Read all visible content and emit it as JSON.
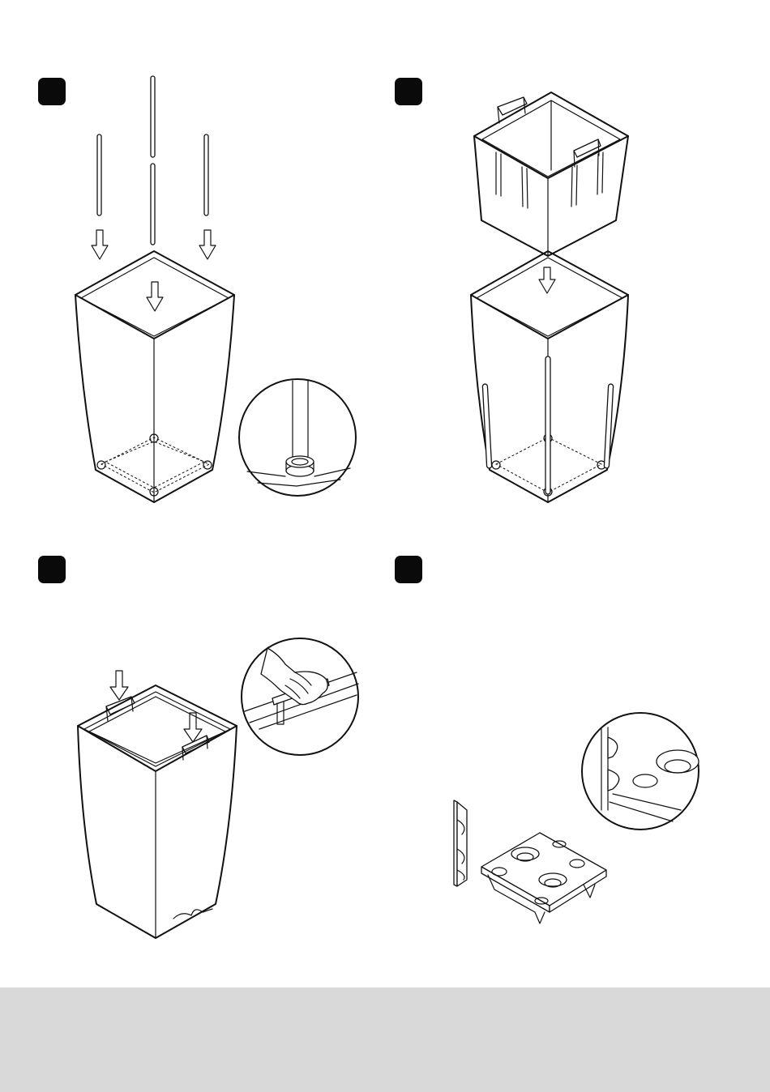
{
  "colors": {
    "background": "#ffffff",
    "marker": "#0a0a0a",
    "line": "#111111",
    "footer_band": "#d9d9d9"
  },
  "steps": [
    {
      "id": "step-1",
      "icon": "square-marker"
    },
    {
      "id": "step-2",
      "icon": "square-marker"
    },
    {
      "id": "step-3",
      "icon": "square-marker"
    },
    {
      "id": "step-4",
      "icon": "square-marker"
    }
  ],
  "footer": {
    "text": ""
  }
}
